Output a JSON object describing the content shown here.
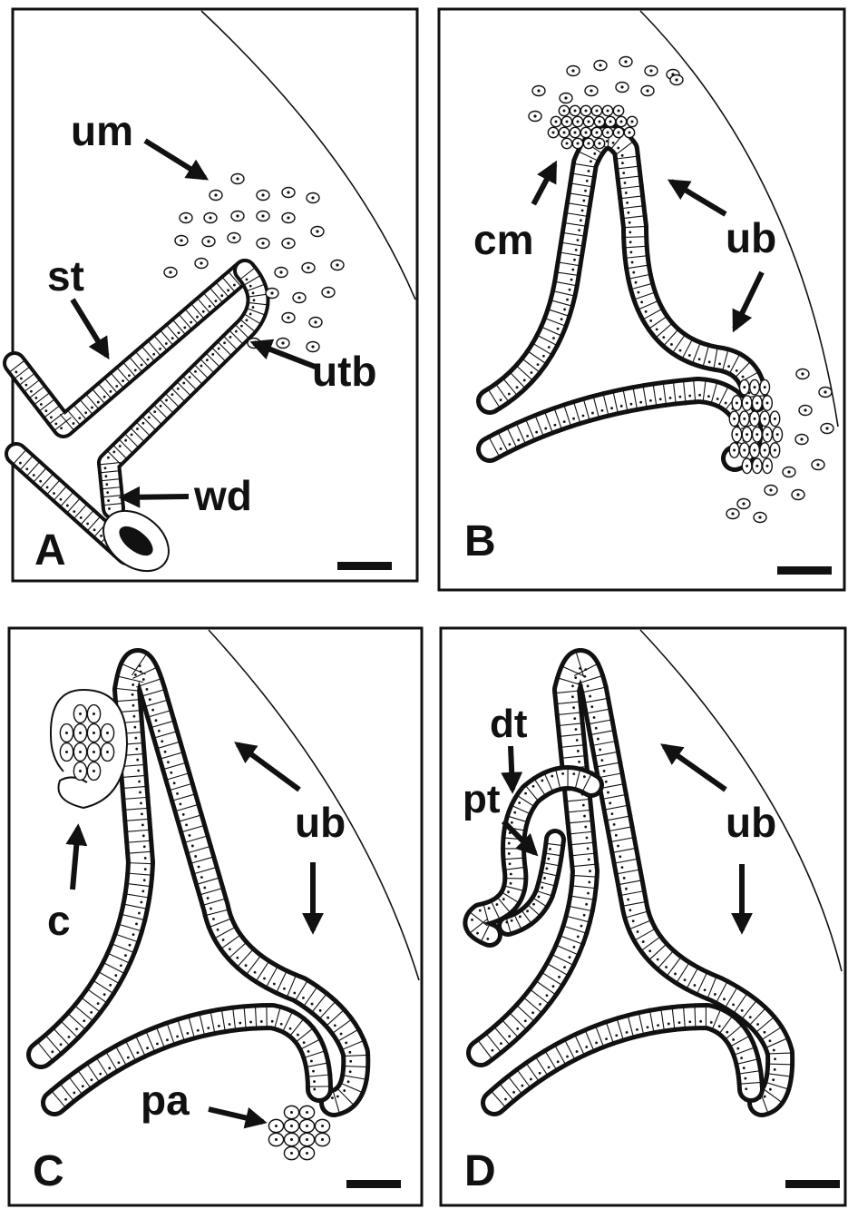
{
  "figure": {
    "panels": [
      {
        "id": "A",
        "panel_letter": "A",
        "labels": [
          "um",
          "st",
          "utb",
          "wd"
        ]
      },
      {
        "id": "B",
        "panel_letter": "B",
        "labels": [
          "cm",
          "ub"
        ]
      },
      {
        "id": "C",
        "panel_letter": "C",
        "labels": [
          "c",
          "ub",
          "pa"
        ]
      },
      {
        "id": "D",
        "panel_letter": "D",
        "labels": [
          "dt",
          "pt",
          "ub"
        ]
      }
    ]
  }
}
